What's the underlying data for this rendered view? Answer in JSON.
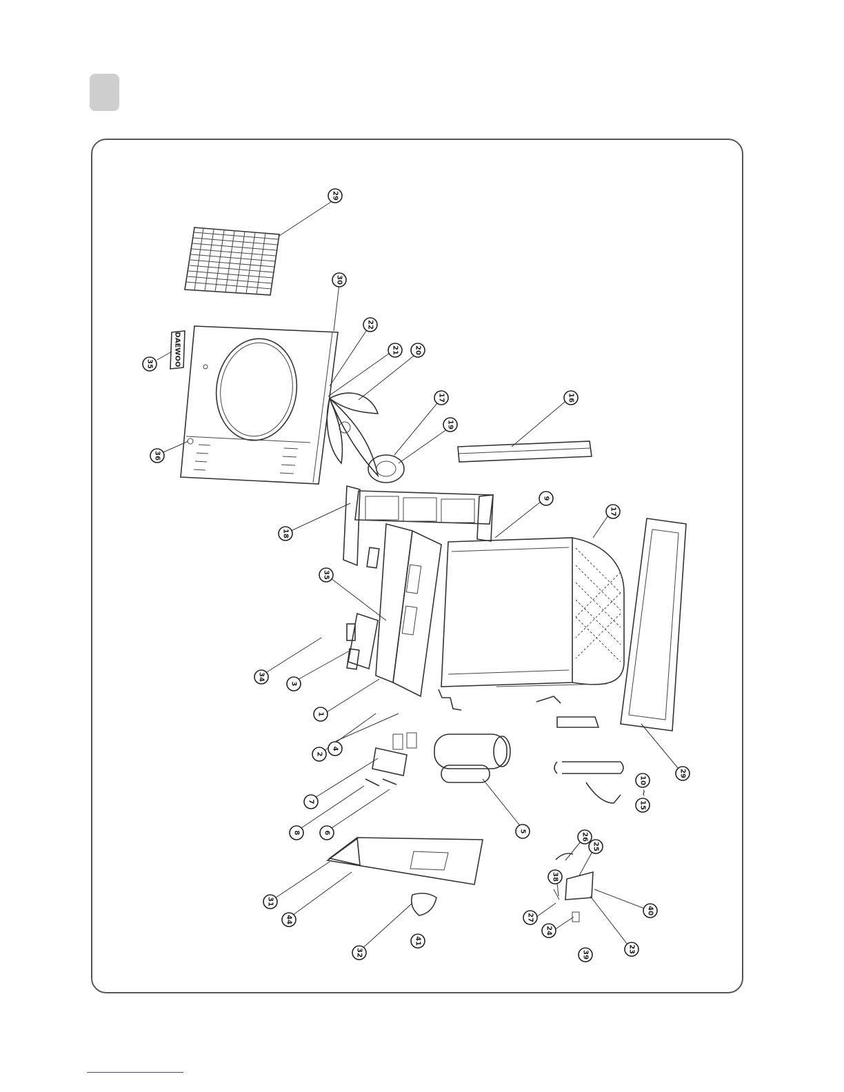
{
  "brand_badge": "DAEWOO",
  "callouts": [
    {
      "id": "c29a",
      "label": "29"
    },
    {
      "id": "c30",
      "label": "30"
    },
    {
      "id": "c22",
      "label": "22"
    },
    {
      "id": "c21",
      "label": "21"
    },
    {
      "id": "c20",
      "label": "20"
    },
    {
      "id": "c35",
      "label": "35"
    },
    {
      "id": "c36",
      "label": "36"
    },
    {
      "id": "c17",
      "label": "17"
    },
    {
      "id": "c16",
      "label": "16"
    },
    {
      "id": "c19",
      "label": "19"
    },
    {
      "id": "c9",
      "label": "9"
    },
    {
      "id": "c17b",
      "label": "17"
    },
    {
      "id": "c18",
      "label": "18"
    },
    {
      "id": "c35b",
      "label": "35"
    },
    {
      "id": "c34",
      "label": "34"
    },
    {
      "id": "c3",
      "label": "3"
    },
    {
      "id": "c1",
      "label": "1"
    },
    {
      "id": "c2",
      "label": "2"
    },
    {
      "id": "c4",
      "label": "4"
    },
    {
      "id": "c7",
      "label": "7"
    },
    {
      "id": "c8",
      "label": "8"
    },
    {
      "id": "c6",
      "label": "6"
    },
    {
      "id": "c5",
      "label": "5"
    },
    {
      "id": "c10",
      "label": "10"
    },
    {
      "id": "c15",
      "label": "15"
    },
    {
      "id": "c29b",
      "label": "29"
    },
    {
      "id": "c31",
      "label": "31"
    },
    {
      "id": "c44",
      "label": "44"
    },
    {
      "id": "c32",
      "label": "32"
    },
    {
      "id": "c41",
      "label": "41"
    },
    {
      "id": "c26",
      "label": "26"
    },
    {
      "id": "c25",
      "label": "25"
    },
    {
      "id": "c38",
      "label": "38"
    },
    {
      "id": "c27",
      "label": "27"
    },
    {
      "id": "c24",
      "label": "24"
    },
    {
      "id": "c39",
      "label": "39"
    },
    {
      "id": "c40",
      "label": "40"
    },
    {
      "id": "c23",
      "label": "23"
    }
  ],
  "range_tilde": "~"
}
